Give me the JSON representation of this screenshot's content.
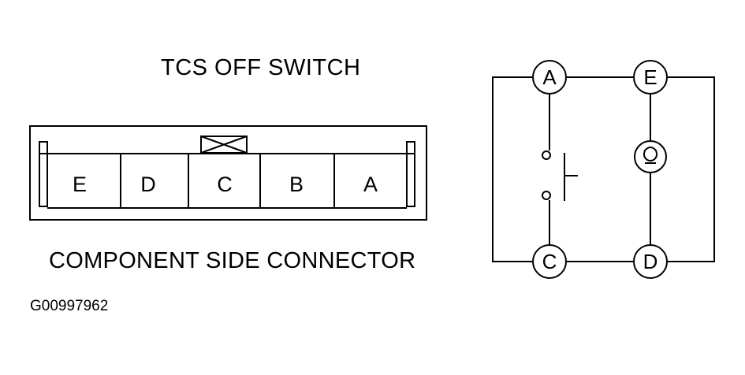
{
  "title": "TCS OFF SWITCH",
  "subtitle": "COMPONENT SIDE CONNECTOR",
  "figure_code": "G00997962",
  "connector": {
    "pins": [
      "E",
      "D",
      "C",
      "B",
      "A"
    ]
  },
  "schematic": {
    "nodes": {
      "top_left": "A",
      "top_right": "E",
      "bottom_left": "C",
      "bottom_right": "D"
    },
    "components": [
      "switch-icon",
      "lamp-icon"
    ]
  },
  "colors": {
    "ink": "#000000",
    "background": "#ffffff"
  }
}
